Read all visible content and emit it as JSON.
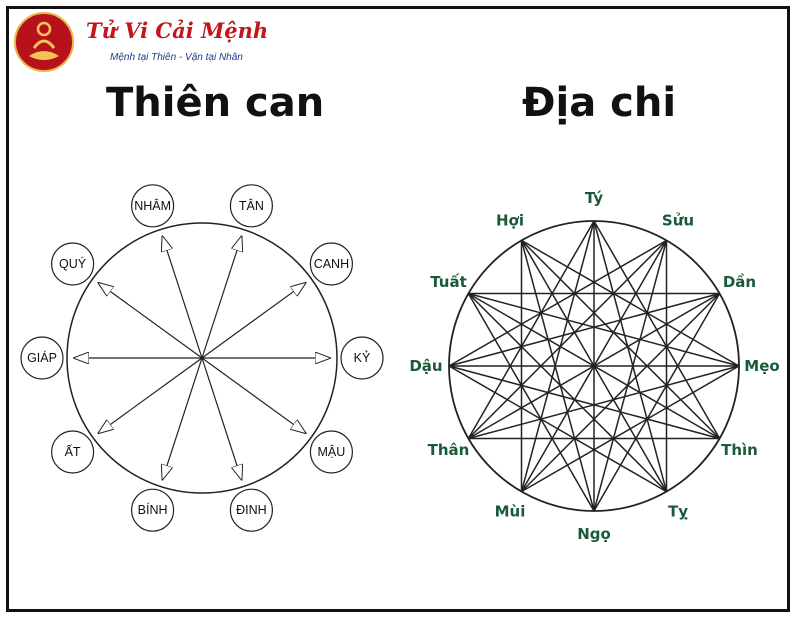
{
  "logo": {
    "title": "Tử Vi Cải Mệnh",
    "tagline": "Mệnh tại Thiên - Vận tại Nhân"
  },
  "thien_can": {
    "heading": "Thiên can",
    "stems": [
      "KỶ",
      "CANH",
      "TÂN",
      "NHÂM",
      "QUÝ",
      "GIÁP",
      "ẤT",
      "BÍNH",
      "ĐINH",
      "MẬU"
    ]
  },
  "dia_chi": {
    "heading": "Địa chi",
    "branches": [
      "Tý",
      "Sửu",
      "Dần",
      "Mẹo",
      "Thìn",
      "Tỵ",
      "Ngọ",
      "Mùi",
      "Thân",
      "Dậu",
      "Tuất",
      "Hợi"
    ],
    "label_color": "#1a5a3a"
  }
}
